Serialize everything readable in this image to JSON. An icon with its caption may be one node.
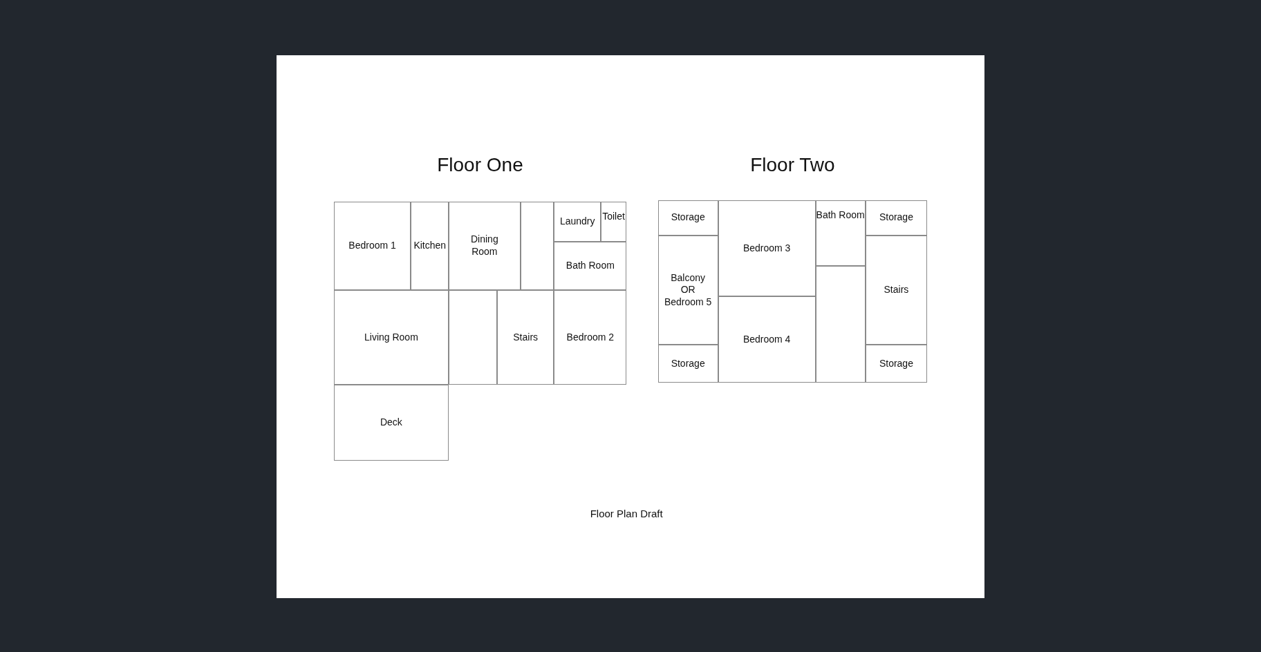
{
  "diagram": {
    "caption": "Floor Plan Draft",
    "nodes": [
      {
        "text": [
          "Floor One"
        ]
      },
      {
        "text": [
          "Bedroom 1"
        ],
        "in": 0
      },
      {
        "text": [
          "Kitchen"
        ],
        "in": 0
      },
      {
        "text": [
          "Dining Room"
        ],
        "in": 0
      },
      {
        "text": [],
        "shape": "box",
        "in": 0
      },
      {
        "text": [
          "Laundry"
        ],
        "in": 0
      },
      {
        "text": [
          "Toilet"
        ],
        "in": 0
      },
      {
        "text": [
          "Bath Room"
        ],
        "in": 0
      },
      {
        "text": [
          "Living Room"
        ],
        "in": 0
      },
      {
        "text": [],
        "shape": "box",
        "in": 0
      },
      {
        "text": [
          "Stairs"
        ],
        "in": 0
      },
      {
        "text": [
          "Bedroom 2"
        ],
        "in": 0
      },
      {
        "text": [
          "Deck"
        ],
        "in": 0
      },
      {
        "text": [
          "Floor Two"
        ]
      },
      {
        "text": [
          "Storage"
        ],
        "in": 13
      },
      {
        "text": [
          "Bedroom 3"
        ],
        "in": 13
      },
      {
        "text": [
          "Bath Room"
        ],
        "in": 13
      },
      {
        "text": [
          "Storage"
        ],
        "in": 13
      },
      {
        "text": [
          "Balcony OR Bedroom 5"
        ],
        "in": 13
      },
      {
        "text": [
          "Stairs"
        ],
        "in": 13
      },
      {
        "text": [],
        "shape": "box",
        "in": 13
      },
      {
        "text": [
          "Bedroom 4"
        ],
        "in": 13
      },
      {
        "text": [
          "Storage"
        ],
        "in": 13
      },
      {
        "text": [
          "Storage"
        ],
        "in": 13
      }
    ]
  }
}
